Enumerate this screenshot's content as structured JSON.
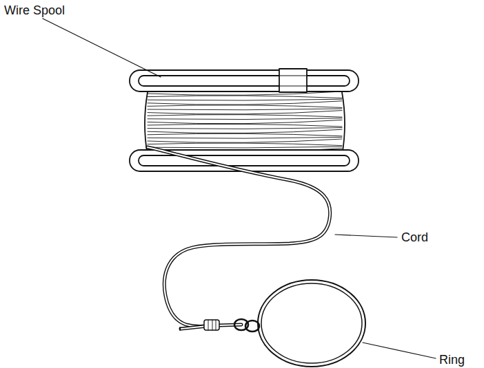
{
  "diagram": {
    "labels": [
      "Wire Spool",
      "Cord",
      "Ring"
    ]
  }
}
